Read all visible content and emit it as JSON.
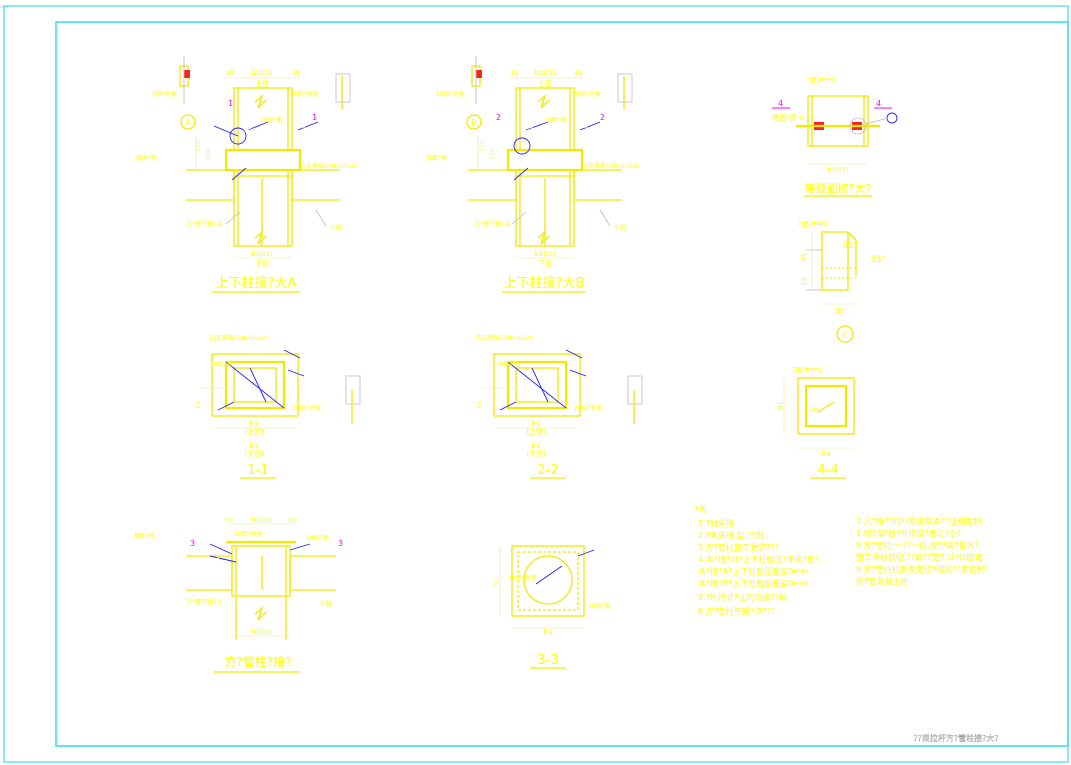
{
  "labels": {
    "detail_a_title": "上下柱接?大A",
    "detail_b_title": "上下柱接?大B",
    "section_11": "1-1",
    "section_22": "2-2",
    "section_33": "3-3",
    "section_44": "4-4",
    "junction_title": "方?管柱?接?",
    "equal_section": "等截面接?大?",
    "detail_c": "C",
    "sheet_title": "??束拉杆方?管柱接?大?"
  },
  "dims": {
    "b1_t1": "b1(t1)",
    "b1": "b1",
    "h1": "h1",
    "d45": "45",
    "d50": "50",
    "d100": "100",
    "d35": "35",
    "d12": "12",
    "d10": "10",
    "d20": "20",
    "d22": "22",
    "d6": "6",
    "d170": "170",
    "d150": "150",
    "angle35": "35°",
    "upper": "上管",
    "lower": "下管",
    "upper_paren": "(上管)",
    "lower_paren": "(下管)"
  },
  "callouts": {
    "plate_thk": "5厚?衬板",
    "plate_20": "20厚?衬板",
    "plate_10": "10厚?板",
    "inner_plate": "内支撑板150x50x20",
    "ref_a": "A",
    "ref_b": "B",
    "ref_c": "C",
    "base_plate": "楼面?高",
    "tube_note": "方?管牛腿?点",
    "beam": "牛腿",
    "weld_note": "20厚内?衬,\n满?焊,焊接",
    "thickness_mm": "?度(mm)",
    "section_035": "楼面?高-0.35",
    "cut_2": "2",
    "cut_3": "3",
    "cut_4": "4",
    "cut_1": "1"
  },
  "notes": {
    "heading": "?明:",
    "items": [
      "1.?材采用      .",
      "2.?条采用       型,??用      .",
      "3.方?管柱施工要求???.",
      "4.本?接?对?上下柱截面?中收?接?,",
      "  本?接?A?上下柱截面相差0mm",
      "  本?接?B?上下柱截面相差0mm",
      "5.?件尺寸?注的均按??料.",
      "6.方?管柱牛腿?点???.",
      "7.凡?角??的??厚度取本??注理度和",
      "  1.倍?海?板?件厚度?者之?小?.",
      "8.方?管柱:一??一段,接??高?各大?,",
      "  施工单根就位,??加??定?,以?保固定.",
      "9.方?管柱柱脚及定位?理同??束拉杆?",
      "  形?管混凝土柱."
    ]
  }
}
